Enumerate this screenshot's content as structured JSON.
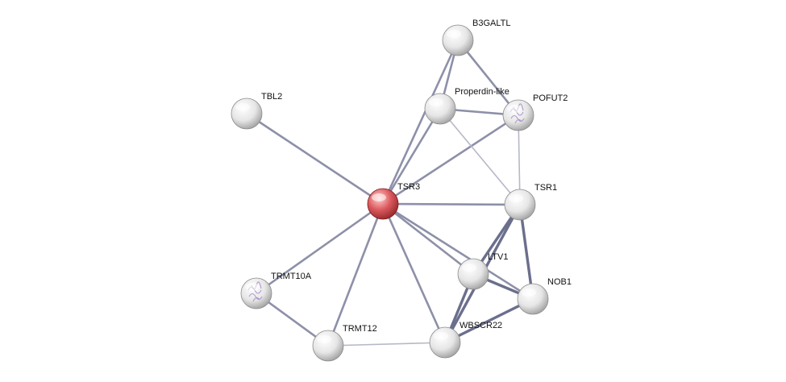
{
  "network": {
    "nodes": [
      {
        "id": "TSR3",
        "label": "TSR3",
        "query": true,
        "structure": false
      },
      {
        "id": "B3GALTL",
        "label": "B3GALTL",
        "query": false,
        "structure": false
      },
      {
        "id": "Properdin-like",
        "label": "Properdin-like",
        "query": false,
        "structure": false
      },
      {
        "id": "POFUT2",
        "label": "POFUT2",
        "query": false,
        "structure": true
      },
      {
        "id": "TBL2",
        "label": "TBL2",
        "query": false,
        "structure": false
      },
      {
        "id": "TSR1",
        "label": "TSR1",
        "query": false,
        "structure": false
      },
      {
        "id": "LTV1",
        "label": "LTV1",
        "query": false,
        "structure": false
      },
      {
        "id": "NOB1",
        "label": "NOB1",
        "query": false,
        "structure": false
      },
      {
        "id": "TRMT10A",
        "label": "TRMT10A",
        "query": false,
        "structure": true
      },
      {
        "id": "TRMT12",
        "label": "TRMT12",
        "query": false,
        "structure": false
      },
      {
        "id": "WBSCR22",
        "label": "WBSCR22",
        "query": false,
        "structure": false
      }
    ],
    "edges": [
      {
        "source": "TSR3",
        "target": "TBL2",
        "weight": 2
      },
      {
        "source": "TSR3",
        "target": "B3GALTL",
        "weight": 2
      },
      {
        "source": "TSR3",
        "target": "Properdin-like",
        "weight": 2
      },
      {
        "source": "TSR3",
        "target": "POFUT2",
        "weight": 2
      },
      {
        "source": "TSR3",
        "target": "TSR1",
        "weight": 2
      },
      {
        "source": "TSR3",
        "target": "LTV1",
        "weight": 2
      },
      {
        "source": "TSR3",
        "target": "NOB1",
        "weight": 2
      },
      {
        "source": "TSR3",
        "target": "WBSCR22",
        "weight": 2
      },
      {
        "source": "TSR3",
        "target": "TRMT12",
        "weight": 2
      },
      {
        "source": "TSR3",
        "target": "TRMT10A",
        "weight": 2
      },
      {
        "source": "B3GALTL",
        "target": "Properdin-like",
        "weight": 2
      },
      {
        "source": "B3GALTL",
        "target": "POFUT2",
        "weight": 2
      },
      {
        "source": "Properdin-like",
        "target": "POFUT2",
        "weight": 2
      },
      {
        "source": "Properdin-like",
        "target": "TSR1",
        "weight": 1
      },
      {
        "source": "POFUT2",
        "target": "TSR1",
        "weight": 1
      },
      {
        "source": "TSR1",
        "target": "LTV1",
        "weight": 3
      },
      {
        "source": "TSR1",
        "target": "NOB1",
        "weight": 3
      },
      {
        "source": "TSR1",
        "target": "WBSCR22",
        "weight": 3
      },
      {
        "source": "LTV1",
        "target": "NOB1",
        "weight": 3
      },
      {
        "source": "LTV1",
        "target": "WBSCR22",
        "weight": 3
      },
      {
        "source": "NOB1",
        "target": "WBSCR22",
        "weight": 3
      },
      {
        "source": "TRMT10A",
        "target": "TRMT12",
        "weight": 2
      },
      {
        "source": "TRMT12",
        "target": "WBSCR22",
        "weight": 1
      }
    ]
  },
  "colors": {
    "edge": "#8d90a8",
    "edge_light": "#b6b8c8",
    "edge_dark": "#6b6f8c",
    "query_node": "#d9545a",
    "node": "#e4e4e4",
    "structure_fill": "#a98fc9"
  }
}
